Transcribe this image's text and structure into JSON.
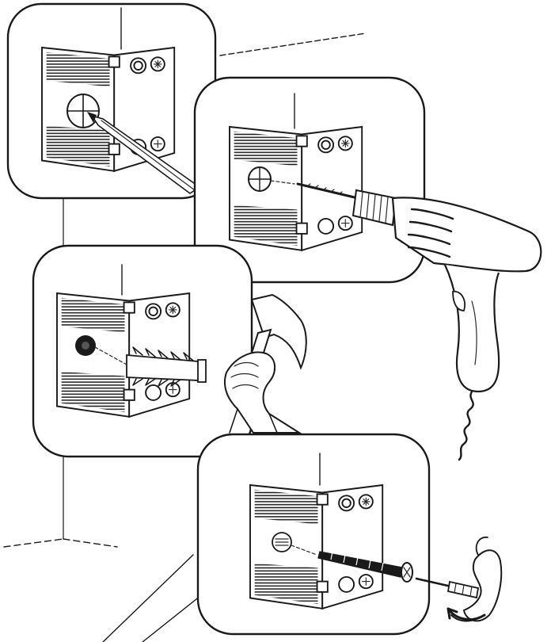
{
  "diagram": {
    "kind": "assembly-instruction",
    "colors": {
      "ink": "#1a1a1a",
      "paper": "#ffffff"
    },
    "steps": [
      {
        "id": "step-1",
        "tool": "pencil-icon",
        "action": "mark-hole-position"
      },
      {
        "id": "step-2",
        "tool": "power-drill-icon",
        "action": "drill-hole"
      },
      {
        "id": "step-3",
        "tool": "hammer-icon",
        "action": "insert-wall-plug"
      },
      {
        "id": "step-4",
        "tool": "screwdriver-icon",
        "action": "drive-screw"
      }
    ]
  }
}
